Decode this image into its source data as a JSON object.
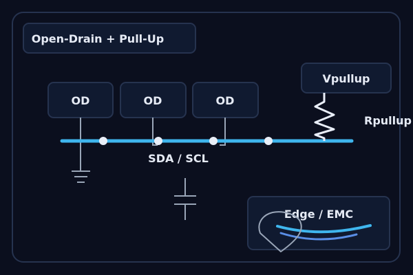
{
  "title": "Open-Drain + Pull-Up",
  "drivers": [
    {
      "label": "OD"
    },
    {
      "label": "OD"
    },
    {
      "label": "OD"
    }
  ],
  "bus_label": "SDA / SCL",
  "pullup": {
    "supply_label": "Vpullup",
    "resistor_label": "Rpullup"
  },
  "edge_panel": {
    "label": "Edge / EMC"
  },
  "colors": {
    "background": "#0b0f1e",
    "panel_fill": "#101a30",
    "panel_stroke": "#26334f",
    "bus": "#3fb6ee",
    "wire": "#9aa6b8",
    "node": "#e9eef8",
    "text": "#e6ebf5"
  }
}
